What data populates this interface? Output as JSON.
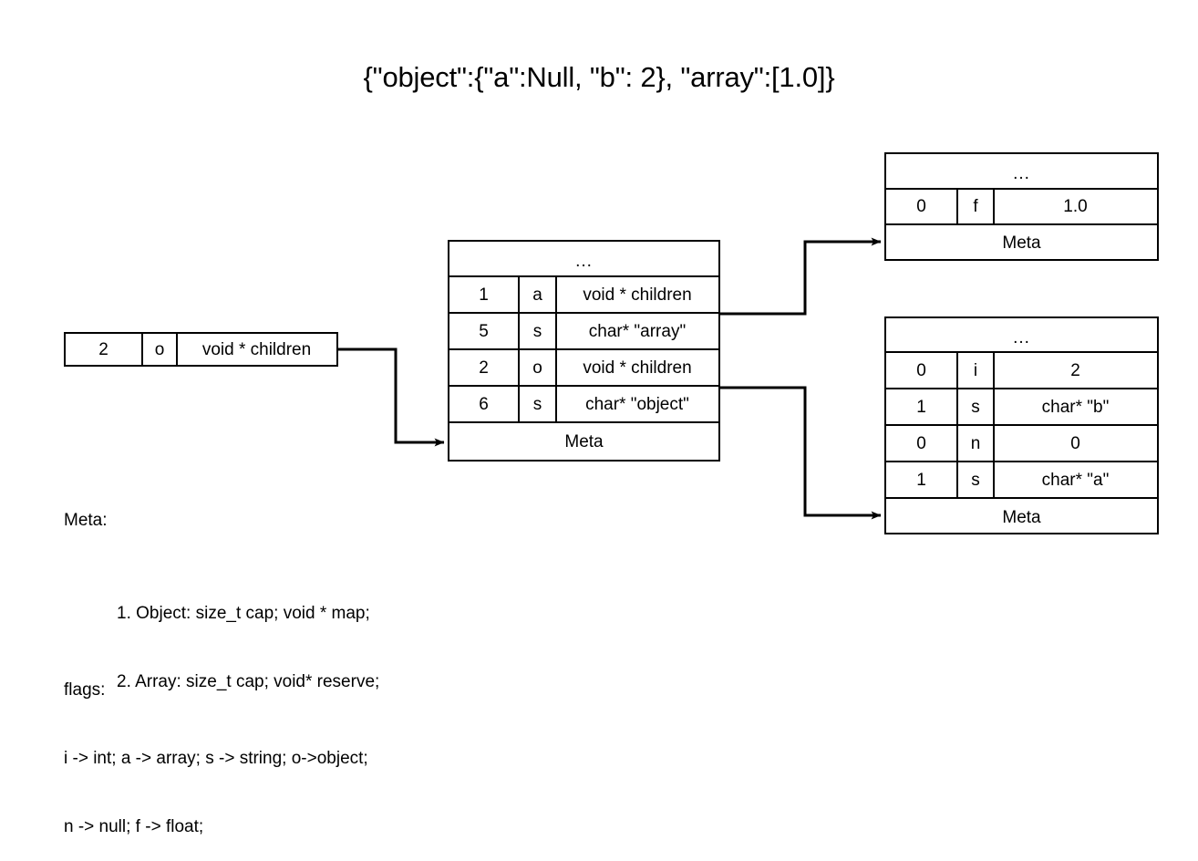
{
  "title": "{\"object\":{\"a\":Null, \"b\": 2}, \"array\":[1.0]}",
  "nodes": {
    "root": {
      "name": "root-node",
      "rows": [
        {
          "idx": "2",
          "flag": "o",
          "val": "void * children"
        }
      ]
    },
    "children_root": {
      "name": "root-children-node",
      "ellipsis": "...",
      "meta": "Meta",
      "rows": [
        {
          "idx": "1",
          "flag": "a",
          "val": "void * children"
        },
        {
          "idx": "5",
          "flag": "s",
          "val": "char* \"array\""
        },
        {
          "idx": "2",
          "flag": "o",
          "val": "void * children"
        },
        {
          "idx": "6",
          "flag": "s",
          "val": "char* \"object\""
        }
      ]
    },
    "children_array": {
      "name": "array-children-node",
      "ellipsis": "...",
      "meta": "Meta",
      "rows": [
        {
          "idx": "0",
          "flag": "f",
          "val": "1.0"
        }
      ]
    },
    "children_object": {
      "name": "object-children-node",
      "ellipsis": "...",
      "meta": "Meta",
      "rows": [
        {
          "idx": "0",
          "flag": "i",
          "val": "2"
        },
        {
          "idx": "1",
          "flag": "s",
          "val": "char* \"b\""
        },
        {
          "idx": "0",
          "flag": "n",
          "val": "0"
        },
        {
          "idx": "1",
          "flag": "s",
          "val": "char* \"a\""
        }
      ]
    }
  },
  "legend": {
    "meta_heading": "Meta:",
    "meta_items": [
      "1. Object: size_t cap; void * map;",
      "2. Array: size_t cap; void* reserve;"
    ],
    "flags_heading": "flags:",
    "flags_lines": [
      "i -> int; a -> array; s -> string; o->object;",
      "n -> null; f -> float;"
    ]
  },
  "colors": {
    "stroke": "#000000",
    "background": "#ffffff",
    "text": "#000000"
  }
}
